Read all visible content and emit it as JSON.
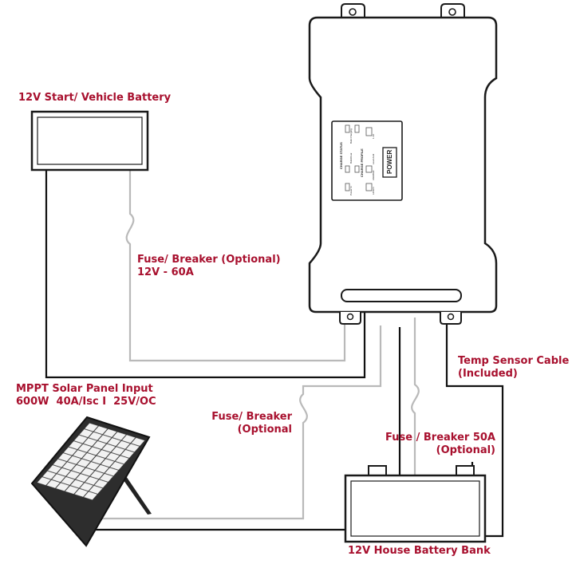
{
  "colors": {
    "label": "#a8102e",
    "wire_black": "#111111",
    "wire_grey": "#b9b9b9",
    "outline": "#1a1a1a"
  },
  "labels": {
    "start_battery": "12V Start/ Vehicle Battery",
    "fuse_optional_line1": "Fuse/ Breaker (Optional)",
    "fuse_optional_line2": "12V - 60A",
    "solar_line1": "MPPT Solar Panel Input",
    "solar_line2": "600W  40A/Isc I  25V/OC",
    "fuse_solar_line1": "Fuse/ Breaker",
    "fuse_solar_line2": "(Optional",
    "temp_line1": "Temp Sensor Cable",
    "temp_line2": "(Included)",
    "fuse_house_line1": "Fuse / Breaker 50A",
    "fuse_house_line2": "(Optional)",
    "house_battery": "12V House Battery Bank"
  },
  "device_panel": {
    "power_button": "POWER",
    "charge_status": "CHARGE STATUS",
    "charge_profile": "CHARGE PROFILE",
    "status_items": [
      "Power In",
      "Bulk/Float",
      "Bulk Charging"
    ],
    "profile_items": [
      "Lithium",
      "AGM/Gel",
      "Lead Acid"
    ],
    "extra_label": "1.4A"
  }
}
